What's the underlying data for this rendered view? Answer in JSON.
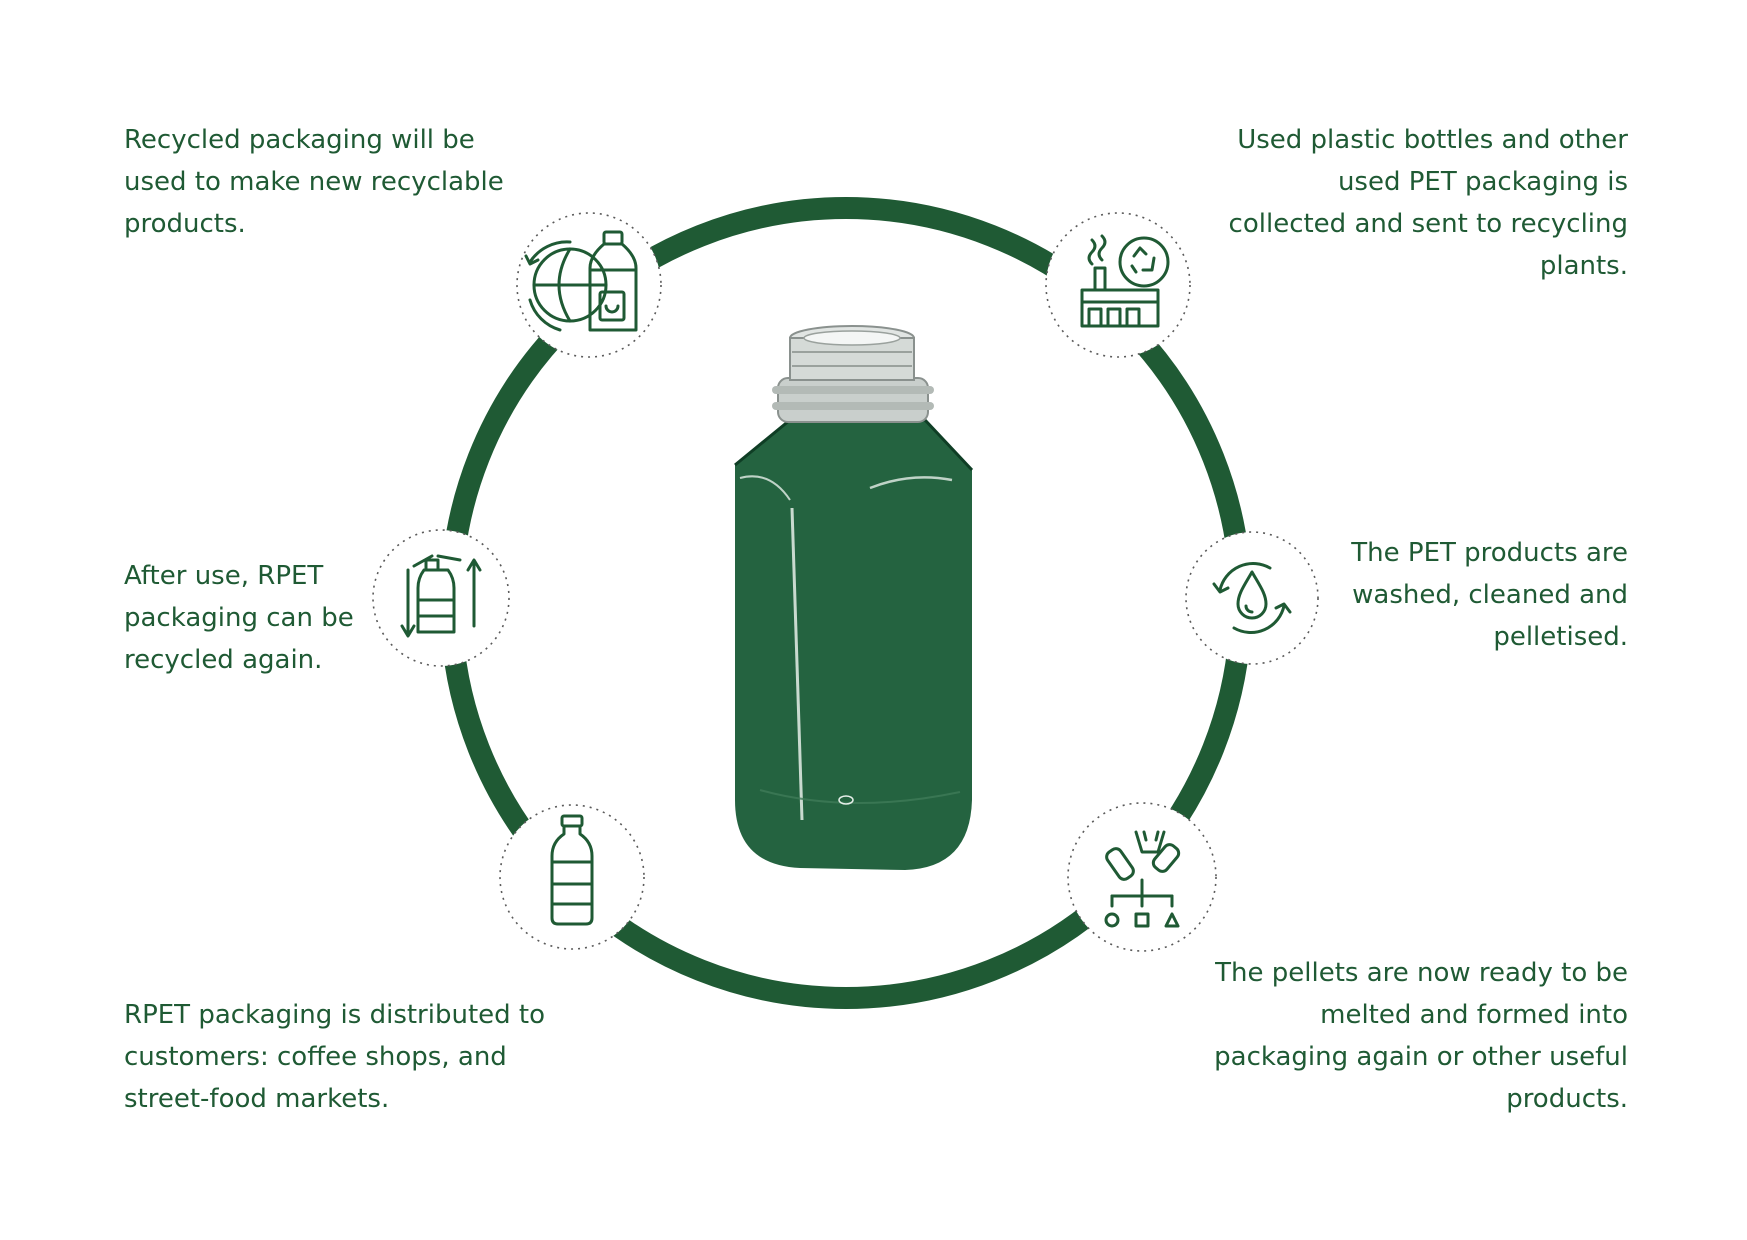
{
  "steps": {
    "collection": {
      "text": "Used plastic bottles and other used PET packaging is collected and sent to recycling plants.",
      "icon": "factory-recycle-icon"
    },
    "washing": {
      "text": "The PET products are washed, cleaned and pelletised.",
      "icon": "water-drop-cycle-icon"
    },
    "pellets": {
      "text": "The pellets are now ready to be melted and formed into packaging again or other useful products.",
      "icon": "plastic-sorting-icon"
    },
    "distribution": {
      "text": "RPET packaging is distributed to customers: coffee shops, and street-food markets.",
      "icon": "bottle-icon"
    },
    "recycle_again": {
      "text": "After use, RPET packaging can be recycled again.",
      "icon": "bottle-recycle-arrows-icon"
    },
    "new_products": {
      "text": "Recycled packaging will be used to make new recyclable products.",
      "icon": "globe-bottle-icon"
    }
  },
  "center_image": {
    "icon": "pet-bottle-illustration"
  },
  "colors": {
    "primary": "#1f5a34",
    "dots": "#5a5a5a",
    "background": "#ffffff"
  }
}
